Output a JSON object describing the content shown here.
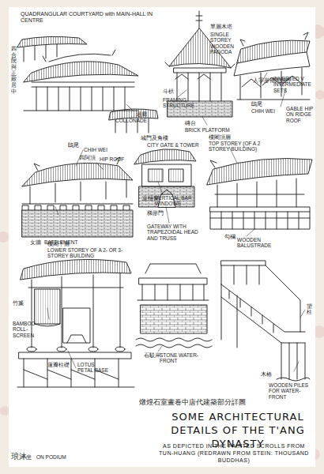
{
  "diagram": {
    "title": "SOME ARCHITECTURAL DETAILS OF THE T'ANG DYNASTY",
    "caption": "AS DEPICTED IN THE PAINTED SCROLLS FROM TUN-HUANG (REDRAWN FROM STEIN: THOUSAND BUDDHAS)",
    "labels": [
      "QUADRANGULAR COURTYARD with MAIN-HALL IN CENTRE",
      "四合院與正殿居中",
      "單層木塔",
      "SINGLE STOREY WOODEN PAGODA",
      "人字形補間鋪作",
      "INVERTED V INTERMEDIATE SETS",
      "斗栱",
      "FRAMING STRUCTURE",
      "迴廊",
      "COLLONADE",
      "磚台",
      "BRICK PLATFORM",
      "鴟尾",
      "CHIH WEI",
      "GABLE HIP ON RIDGE ROOF",
      "鴟尾",
      "CHIH WEI",
      "四阿頂",
      "HIP ROOF",
      "樓閣頂層",
      "TOP STOREY (OF A 2 STOREY BUILDING)",
      "城門及角樓",
      "CITY GATE & TOWER",
      "直欞窗",
      "VERTICAL BAR WINDOWS",
      "女牆",
      "BATTLEMENT",
      "梯形門",
      "GATEWAY WITH TRAPEZOIDAL HEAD AND TRUSS",
      "勾欄",
      "WOODEN BALUSTRADE",
      "樓閣下層",
      "LOWER STOREY OF A 2- OR 3- STOREY BUILDING",
      "竹簾",
      "BAMBOO ROLL-SCREEN",
      "石駁岸",
      "STONE WATER-FRONT",
      "蓮瓣柱礎",
      "LOTUS PETAL BASE",
      "望柱",
      "木樁",
      "WOODEN PILES FOR WATER-FRONT",
      "平坐",
      "ON PODIUM",
      "燉煌石室畫卷中唐代建築部分詳圖",
      "琅沐"
    ]
  }
}
